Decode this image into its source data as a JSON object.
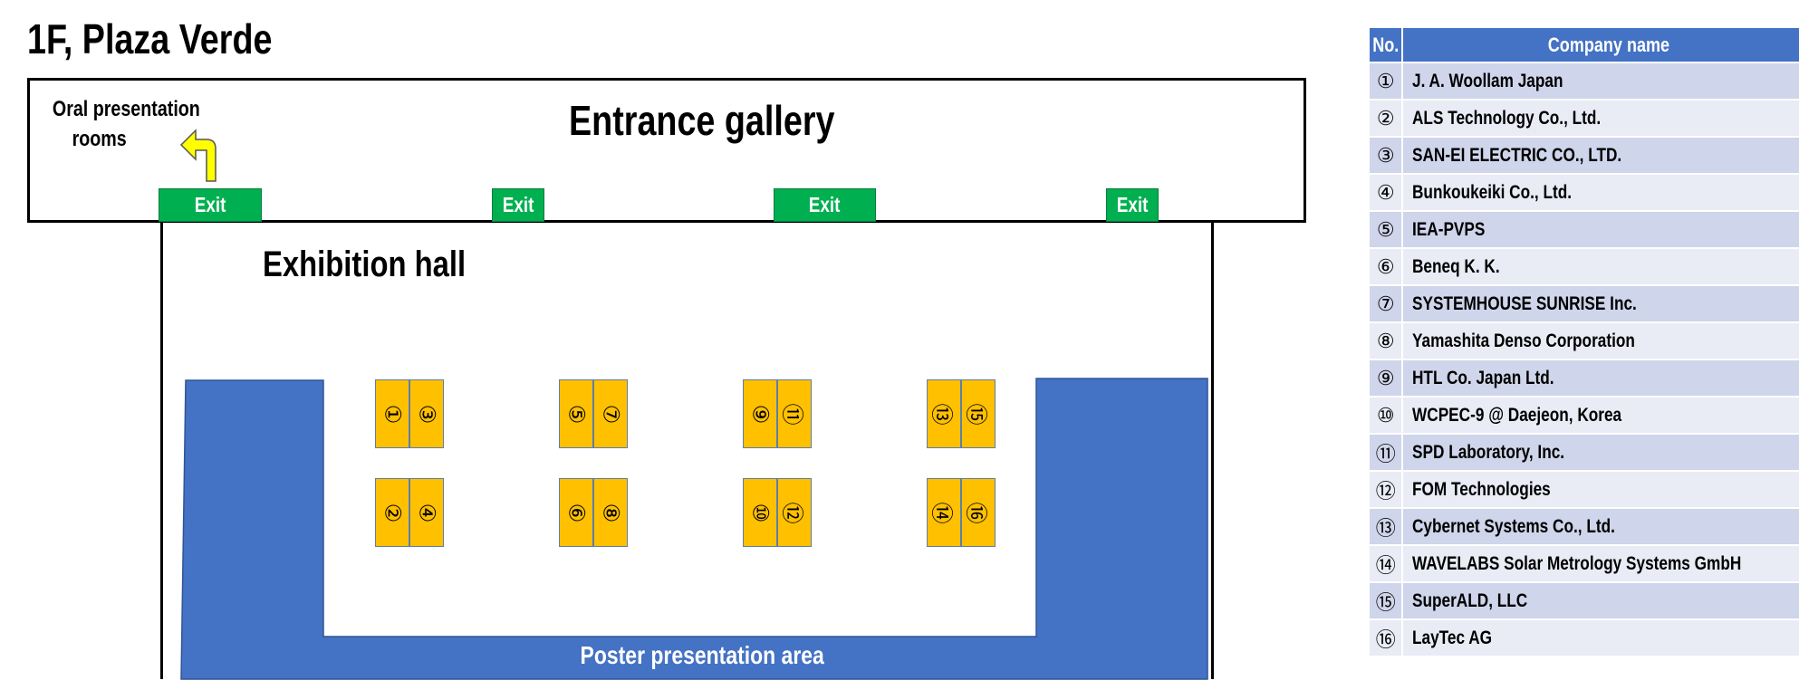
{
  "title": "1F, Plaza Verde",
  "gallery": {
    "label": "Entrance gallery",
    "oral_line1": "Oral presentation",
    "oral_line2": "rooms"
  },
  "exits": [
    "Exit",
    "Exit",
    "Exit",
    "Exit"
  ],
  "hall": {
    "label": "Exhibition hall",
    "poster_label": "Poster presentation area"
  },
  "booths": [
    "①",
    "②",
    "③",
    "④",
    "⑤",
    "⑥",
    "⑦",
    "⑧",
    "⑨",
    "⑩",
    "⑪",
    "⑫",
    "⑬",
    "⑭",
    "⑮",
    "⑯"
  ],
  "colors": {
    "exit": "#00b050",
    "poster_area": "#4472c4",
    "booth": "#ffc000",
    "arrow": "#ffff00",
    "table_header": "#4472c4",
    "row_dark": "#cfd5ea",
    "row_light": "#e9ebf5"
  },
  "table": {
    "headers": [
      "No.",
      "Company name"
    ],
    "rows": [
      {
        "no": "①",
        "name": "J. A. Woollam Japan"
      },
      {
        "no": "②",
        "name": "ALS Technology Co., Ltd."
      },
      {
        "no": "③",
        "name": "SAN-EI ELECTRIC CO., LTD."
      },
      {
        "no": "④",
        "name": "Bunkoukeiki Co., Ltd."
      },
      {
        "no": "⑤",
        "name": "IEA-PVPS"
      },
      {
        "no": "⑥",
        "name": "Beneq K. K."
      },
      {
        "no": "⑦",
        "name": "SYSTEMHOUSE SUNRISE Inc."
      },
      {
        "no": "⑧",
        "name": "Yamashita Denso Corporation"
      },
      {
        "no": "⑨",
        "name": "HTL Co. Japan Ltd."
      },
      {
        "no": "⑩",
        "name": "WCPEC-9 @ Daejeon, Korea"
      },
      {
        "no": "⑪",
        "name": "SPD Laboratory, Inc."
      },
      {
        "no": "⑫",
        "name": "FOM Technologies"
      },
      {
        "no": "⑬",
        "name": "Cybernet Systems Co., Ltd."
      },
      {
        "no": "⑭",
        "name": "WAVELABS Solar Metrology Systems GmbH"
      },
      {
        "no": "⑮",
        "name": "SuperALD, LLC"
      },
      {
        "no": "⑯",
        "name": "LayTec AG"
      }
    ]
  }
}
